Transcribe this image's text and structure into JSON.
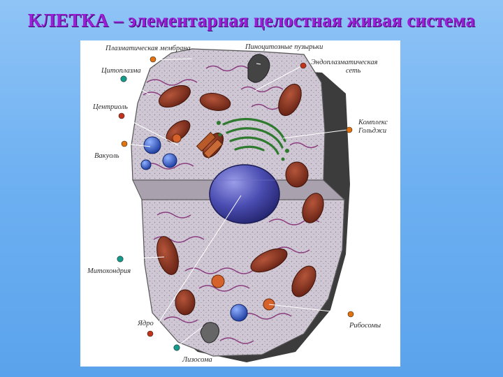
{
  "slide": {
    "title": "КЛЕТКА – элементарная целостная живая система"
  },
  "labels": {
    "plasma_membrane": "Плазматическая мембрана",
    "pinocytic_vesicles": "Пиноцитозные пузырьки",
    "er_line1": "Эндоплазматическая",
    "er_line2": "сеть",
    "cytoplasm": "Цитоплазма",
    "centriole": "Центриоль",
    "golgi_line1": "Комплекс",
    "golgi_line2": "Гольджи",
    "vacuole": "Вакуоль",
    "mitochondria": "Митохондрия",
    "nucleus": "Ядро",
    "ribosomes": "Рибосомы",
    "lysosome": "Лизосома"
  },
  "colors": {
    "title": "#9b1fd6",
    "background": "#6fb1f2",
    "cell_shadow": "#3f3f3f",
    "cytoplasm": "#cfc7d3",
    "er": "#8a3d7e",
    "mitochondria": "#8b2f1c",
    "nucleus": "#3d3e9e",
    "golgi": "#2f7a2f",
    "vacuole": "#2a4fb0",
    "pin_orange": "#e2730f",
    "pin_red": "#c3331b",
    "pin_teal": "#139c8c"
  }
}
